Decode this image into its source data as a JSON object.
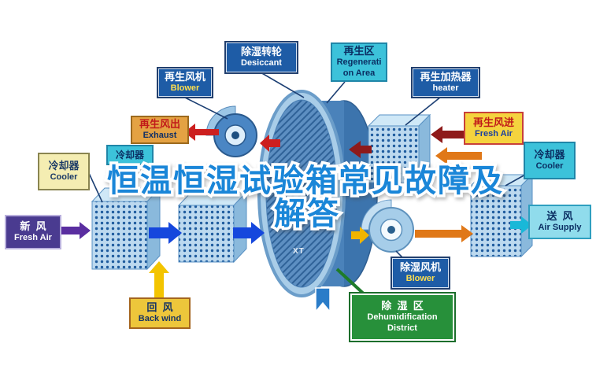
{
  "title": {
    "line1": "恒温恒湿试验箱常见故障及",
    "line2": "解答"
  },
  "watermark": "XT",
  "labels": {
    "desiccant": {
      "zh": "除湿转轮",
      "en": "Desiccant"
    },
    "regen_area": {
      "zh": "再生区",
      "en1": "Regenerati",
      "en2": "on Area"
    },
    "regen_blower": {
      "zh": "再生风机",
      "en": "Blower"
    },
    "regen_heater": {
      "zh": "再生加热器",
      "en": "heater"
    },
    "exhaust": {
      "zh": "再生风出",
      "en": "Exhaust"
    },
    "regen_fresh": {
      "zh": "再生风进",
      "en": "Fresh Air"
    },
    "cooler_tag": {
      "zh": "冷却器"
    },
    "cooler_left": {
      "zh": "冷却器",
      "en": "Cooler"
    },
    "cooler_right": {
      "zh": "冷却器",
      "en": "Cooler"
    },
    "fresh_air": {
      "zh": "新  风",
      "en": "Fresh Air"
    },
    "air_supply": {
      "zh": "送  风",
      "en": "Air Supply"
    },
    "back_wind": {
      "zh": "回  风",
      "en": "Back wind"
    },
    "dehumid_blower": {
      "zh": "除湿风机",
      "en": "Blower"
    },
    "dehumid_area": {
      "zh": "除  湿  区",
      "en1": "Dehumidification",
      "en2": "District"
    }
  },
  "colors": {
    "title_blue": "#1a86d8",
    "label_blue": "#1e5ca6",
    "cyan": "#3cc2da",
    "yellow": "#f5d33e",
    "orange_box": "#e4a243",
    "green_box": "#27903a",
    "purple_box": "#4a3b90",
    "red_arrow": "#cc1f1f",
    "maroon_arrow": "#8e1a1a",
    "orange_arrow": "#e07818",
    "blue_arrow": "#1547dd",
    "yellow_arrow": "#f3c400",
    "purple_arrow": "#5a2ea0",
    "cyan_arrow": "#19b8d8",
    "drum_blue": "#4a82ba"
  }
}
